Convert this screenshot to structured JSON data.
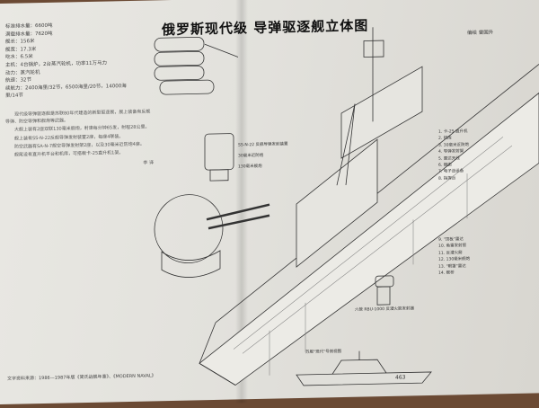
{
  "title": "俄罗斯现代级  导弹驱逐舰立体图",
  "author": "编绘  曾国升",
  "specs": [
    "标准排水量：6600吨",
    "满载排水量：7620吨",
    "舰长：156米",
    "舰宽：17.3米",
    "吃水：6.5米",
    "主机：4台锅炉，2台蒸汽轮机，功率11万马力",
    "动力：蒸汽轮机",
    "航速：32节",
    "续航力：2400海里/32节，6500海里/20节，14000海",
    "里/14节"
  ],
  "body": [
    "现代级导弹驱逐舰是苏联80年代建造的新型驱逐舰，舰上装备有反舰导弹、防空导弹和舰炮等武器。",
    "大舰上装有2座双联130毫米舰炮，射速每分钟65发，射程28公里。",
    "舰上装有SS-N-22反舰导弹发射装置2座，每座4联装。",
    "防空武器有SA-N-7舰空导弹发射架2座，以及30毫米近防炮4座。",
    "舰尾设有直升机平台和机库，可搭载卡-25直升机1架。"
  ],
  "translator": "李  译",
  "source": "文字资料来源：1986—1987年版《简氏战舰年鉴》、《MODERN NAVAL》",
  "labels": {
    "l1": "SS-N-22 反舰导弹发射装置",
    "l2": "30毫米近防炮",
    "l3": "130毫米舰炮",
    "side_view": "苏舰\"现代\"号侧视图",
    "sonar": "六管 RBU-1000 反潜火箭发射器",
    "hull_no": "463"
  },
  "legend": [
    "1. 卡-25 直升机",
    "2. 机库",
    "3. 30毫米近防炮",
    "4. 导弹发射架",
    "5. 雷达天线",
    "6. 烟囱",
    "7. 电子战设备",
    "8. 指挥台"
  ],
  "legend2": [
    "9. \"顶板\"雷达",
    "10. 鱼雷发射管",
    "11. 反潜火箭",
    "12. 130毫米舰炮",
    "13. \"眼罩\"雷达",
    "14. 舰桥"
  ]
}
